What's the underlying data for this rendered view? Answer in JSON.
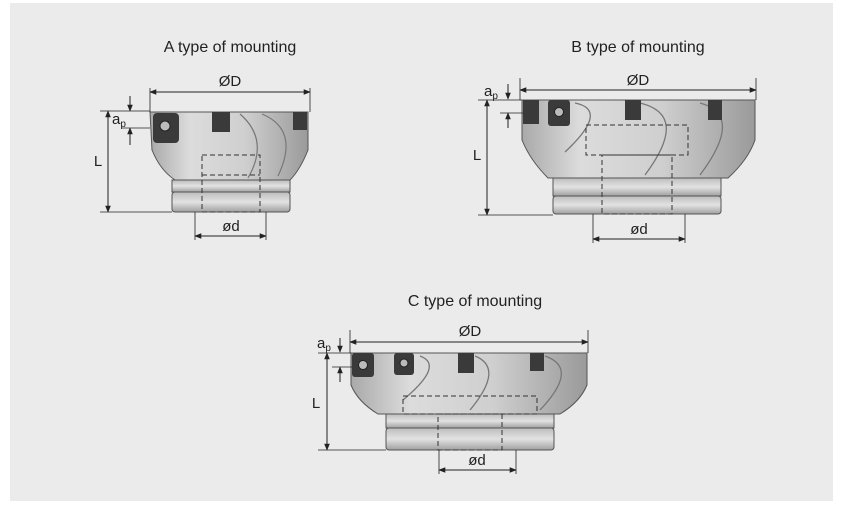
{
  "drawings": [
    {
      "id": "a",
      "title": "A type of mounting",
      "outer_diameter": "ØD",
      "bore_diameter": "ød",
      "length": "L",
      "depth_of_cut": "a",
      "depth_of_cut_sub": "p"
    },
    {
      "id": "b",
      "title": "B type of mounting",
      "outer_diameter": "ØD",
      "bore_diameter": "ød",
      "length": "L",
      "depth_of_cut": "a",
      "depth_of_cut_sub": "p"
    },
    {
      "id": "c",
      "title": "C type of mounting",
      "outer_diameter": "ØD",
      "bore_diameter": "ød",
      "length": "L",
      "depth_of_cut": "a",
      "depth_of_cut_sub": "p"
    }
  ],
  "colors": {
    "background": "#ebebeb",
    "body": "#c9c9c9",
    "body_light": "#dedede",
    "body_dark": "#a8a8a8",
    "insert": "#3a3a3a",
    "line": "#222222"
  }
}
